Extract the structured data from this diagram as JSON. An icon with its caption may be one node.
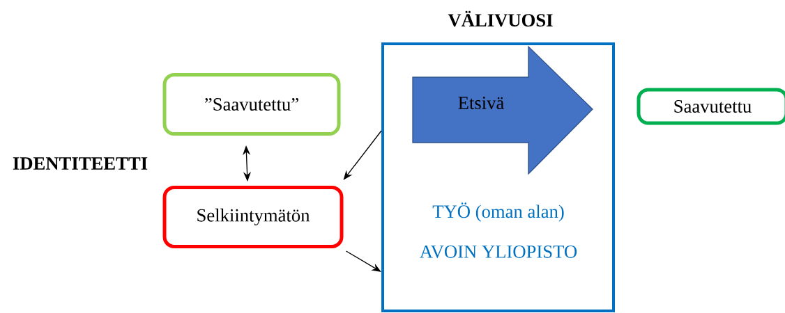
{
  "diagram": {
    "nodes": [
      {
        "text": [
          "”Saavutettu”"
        ]
      },
      {
        "text": [
          "Selkiintymätön"
        ]
      },
      {
        "text": [
          "VÄLIVUOSI",
          "TYÖ (oman alan)",
          "AVOIN YLIOPISTO"
        ]
      },
      {
        "text": [
          "Etsivä"
        ],
        "in": 2
      },
      {
        "text": [
          "Saavutettu"
        ]
      }
    ],
    "edges": [
      {
        "from": 0,
        "to": 1,
        "arrow": "both"
      },
      {
        "from": 2,
        "to": 1,
        "arrow": "to"
      },
      {
        "from": 1,
        "to": 2,
        "arrow": "to"
      }
    ],
    "labels": [
      "IDENTITEETTI"
    ]
  }
}
